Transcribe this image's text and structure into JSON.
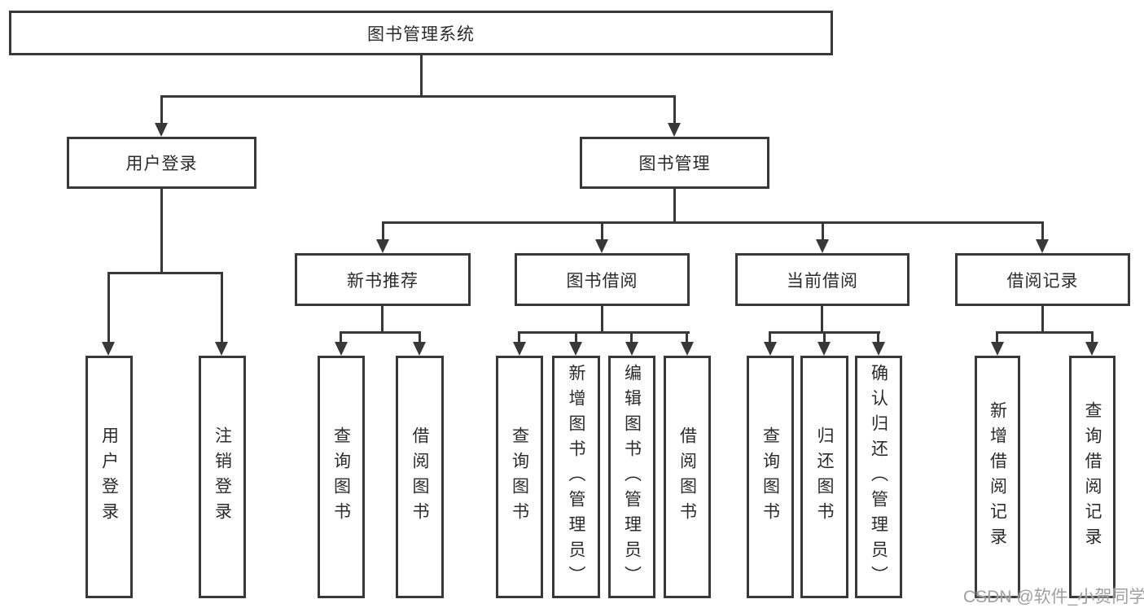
{
  "diagram": {
    "type": "tree",
    "background": "#ffffff",
    "line_color": "#383838",
    "text_color": "#2b2b2b",
    "watermark": {
      "text": "CSDN @软件_小贺同学",
      "color": "#a0a0a0"
    },
    "nodes": {
      "root": "图书管理系统",
      "user_login": "用户登录",
      "book_mgmt": "图书管理",
      "new_book_rec": "新书推荐",
      "book_borrow": "图书借阅",
      "current_borrow": "当前借阅",
      "borrow_records": "借阅记录",
      "leaf_user_login": "用户登录",
      "leaf_logout": "注销登录",
      "nbr_query": "查询图书",
      "nbr_borrow": "借阅图书",
      "bb_query": "查询图书",
      "bb_add": "新增图书（管理员）",
      "bb_edit": "编辑图书（管理员）",
      "bb_borrow": "借阅图书",
      "cb_query": "查询图书",
      "cb_return": "归还图书",
      "cb_confirm": "确认归还（管理员）",
      "br_add": "新增借阅记录",
      "br_query": "查询借阅记录"
    },
    "edges": [
      [
        "root",
        "user_login"
      ],
      [
        "root",
        "book_mgmt"
      ],
      [
        "user_login",
        "leaf_user_login"
      ],
      [
        "user_login",
        "leaf_logout"
      ],
      [
        "book_mgmt",
        "new_book_rec"
      ],
      [
        "book_mgmt",
        "book_borrow"
      ],
      [
        "book_mgmt",
        "current_borrow"
      ],
      [
        "book_mgmt",
        "borrow_records"
      ],
      [
        "new_book_rec",
        "nbr_query"
      ],
      [
        "new_book_rec",
        "nbr_borrow"
      ],
      [
        "book_borrow",
        "bb_query"
      ],
      [
        "book_borrow",
        "bb_add"
      ],
      [
        "book_borrow",
        "bb_edit"
      ],
      [
        "book_borrow",
        "bb_borrow"
      ],
      [
        "current_borrow",
        "cb_query"
      ],
      [
        "current_borrow",
        "cb_return"
      ],
      [
        "current_borrow",
        "cb_confirm"
      ],
      [
        "borrow_records",
        "br_add"
      ],
      [
        "borrow_records",
        "br_query"
      ]
    ]
  }
}
